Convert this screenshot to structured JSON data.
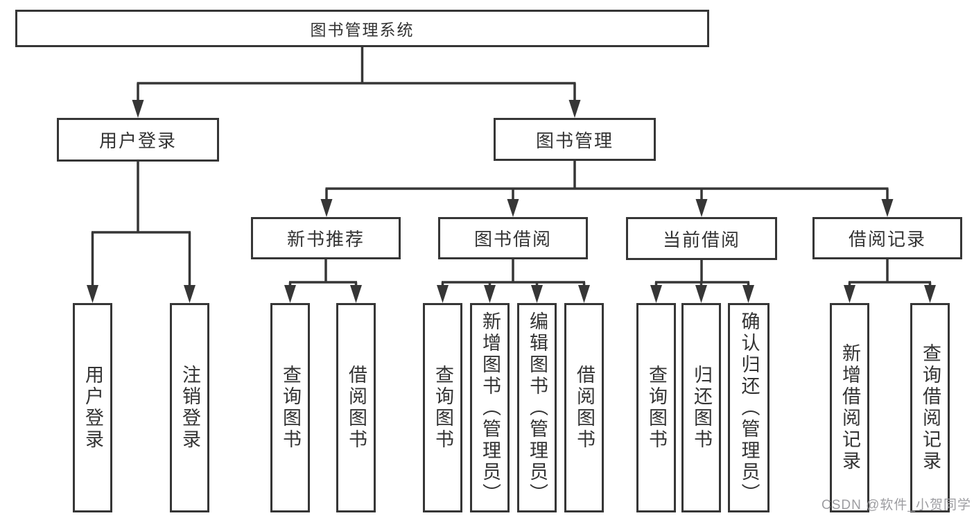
{
  "tree": {
    "root": {
      "label": "图书管理系统"
    },
    "branches": [
      {
        "label": "用户登录",
        "children": [
          {
            "label": "用户登录"
          },
          {
            "label": "注销登录"
          }
        ]
      },
      {
        "label": "图书管理",
        "children": [
          {
            "label": "新书推荐",
            "children": [
              {
                "label": "查询图书"
              },
              {
                "label": "借阅图书"
              }
            ]
          },
          {
            "label": "图书借阅",
            "children": [
              {
                "label": "查询图书"
              },
              {
                "label": "新增图书（管理员）"
              },
              {
                "label": "编辑图书（管理员）"
              },
              {
                "label": "借阅图书"
              }
            ]
          },
          {
            "label": "当前借阅",
            "children": [
              {
                "label": "查询图书"
              },
              {
                "label": "归还图书"
              },
              {
                "label": "确认归还（管理员）"
              }
            ]
          },
          {
            "label": "借阅记录",
            "children": [
              {
                "label": "新增借阅记录"
              },
              {
                "label": "查询借阅记录"
              }
            ]
          }
        ]
      }
    ]
  },
  "watermark": {
    "text": "CSDN @软件_小贺同学"
  },
  "colors": {
    "line": "#363636",
    "border": "#363636",
    "text": "#333333",
    "background": "#ffffff",
    "watermark": "#9d9da1"
  }
}
